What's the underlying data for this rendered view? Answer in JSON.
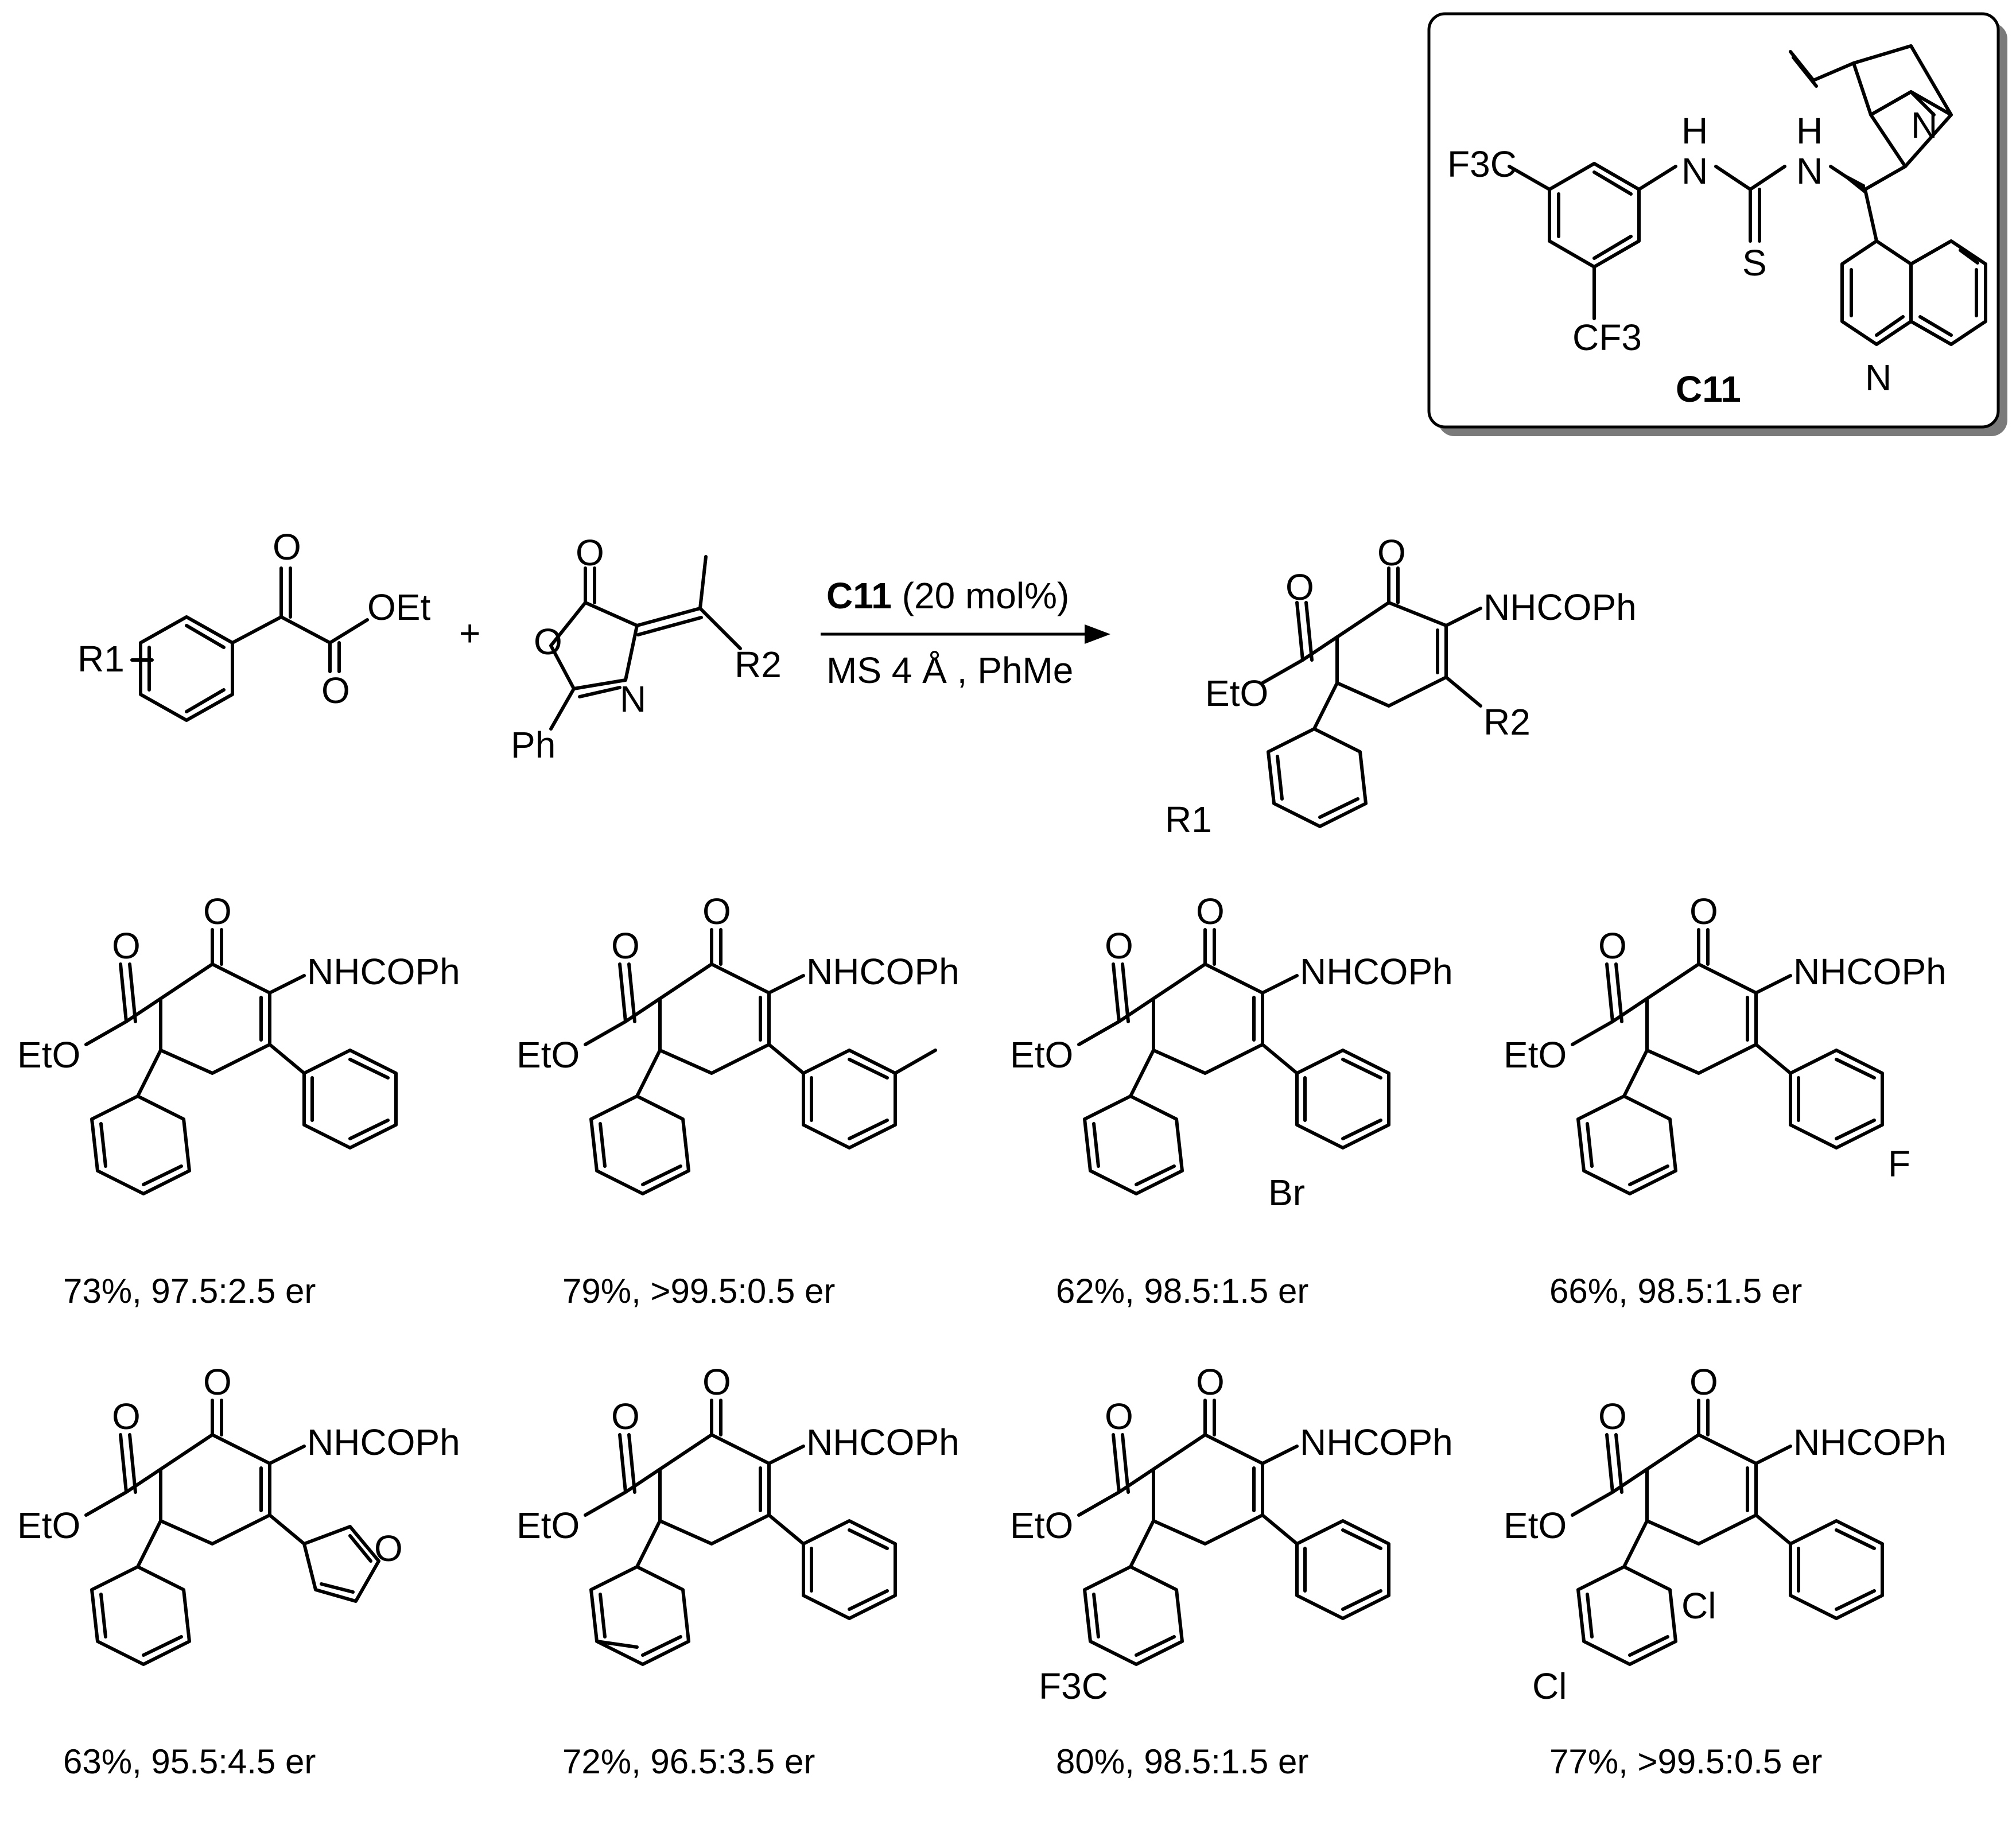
{
  "catalyst": {
    "name": "C11",
    "labels": {
      "cf3_top": "F3C",
      "cf3_bottom": "CF3",
      "h1": "H",
      "h2": "H",
      "n1": "N",
      "n2": "N",
      "s": "S",
      "n_quin": "N",
      "n_quinoline": "N"
    }
  },
  "scheme": {
    "reagent1": {
      "r1": "R1",
      "o_keto": "O",
      "o_ester": "O",
      "oet": "OEt"
    },
    "plus": "+",
    "reagent2": {
      "o_carbonyl": "O",
      "o_ring": "O",
      "n_ring": "N",
      "r2": "R2",
      "ph": "Ph"
    },
    "arrow": {
      "catalyst": "C11",
      "loading": "(20 mol%)",
      "conditions": "MS 4 Å , PhMe"
    },
    "product": {
      "o_ketone": "O",
      "o_ester": "O",
      "eto": "EtO",
      "nhcoph": "NHCOPh",
      "r2": "R2",
      "r1": "R1"
    }
  },
  "examples": [
    {
      "caption": "73%, 97.5:2.5 er",
      "sub": "",
      "aryl_sub": ""
    },
    {
      "caption": "79%, >99.5:0.5 er",
      "sub": "",
      "aryl_sub": ""
    },
    {
      "caption": "62%, 98.5:1.5 er",
      "sub": "Br",
      "aryl_sub": ""
    },
    {
      "caption": "66%, 98.5:1.5 er",
      "sub": "F",
      "aryl_sub": ""
    },
    {
      "caption": "63%, 95.5:4.5 er",
      "sub": "O",
      "aryl_sub": ""
    },
    {
      "caption": "72%, 96.5:3.5 er",
      "sub": "",
      "aryl_sub": ""
    },
    {
      "caption": "80%, 98.5:1.5 er",
      "sub": "",
      "aryl_sub": "F3C"
    },
    {
      "caption": "77%, >99.5:0.5 er",
      "sub": "",
      "aryl_sub": "Cl",
      "aryl_sub2": "Cl"
    }
  ],
  "common": {
    "o": "O",
    "eto": "EtO",
    "nhcoph": "NHCOPh"
  }
}
